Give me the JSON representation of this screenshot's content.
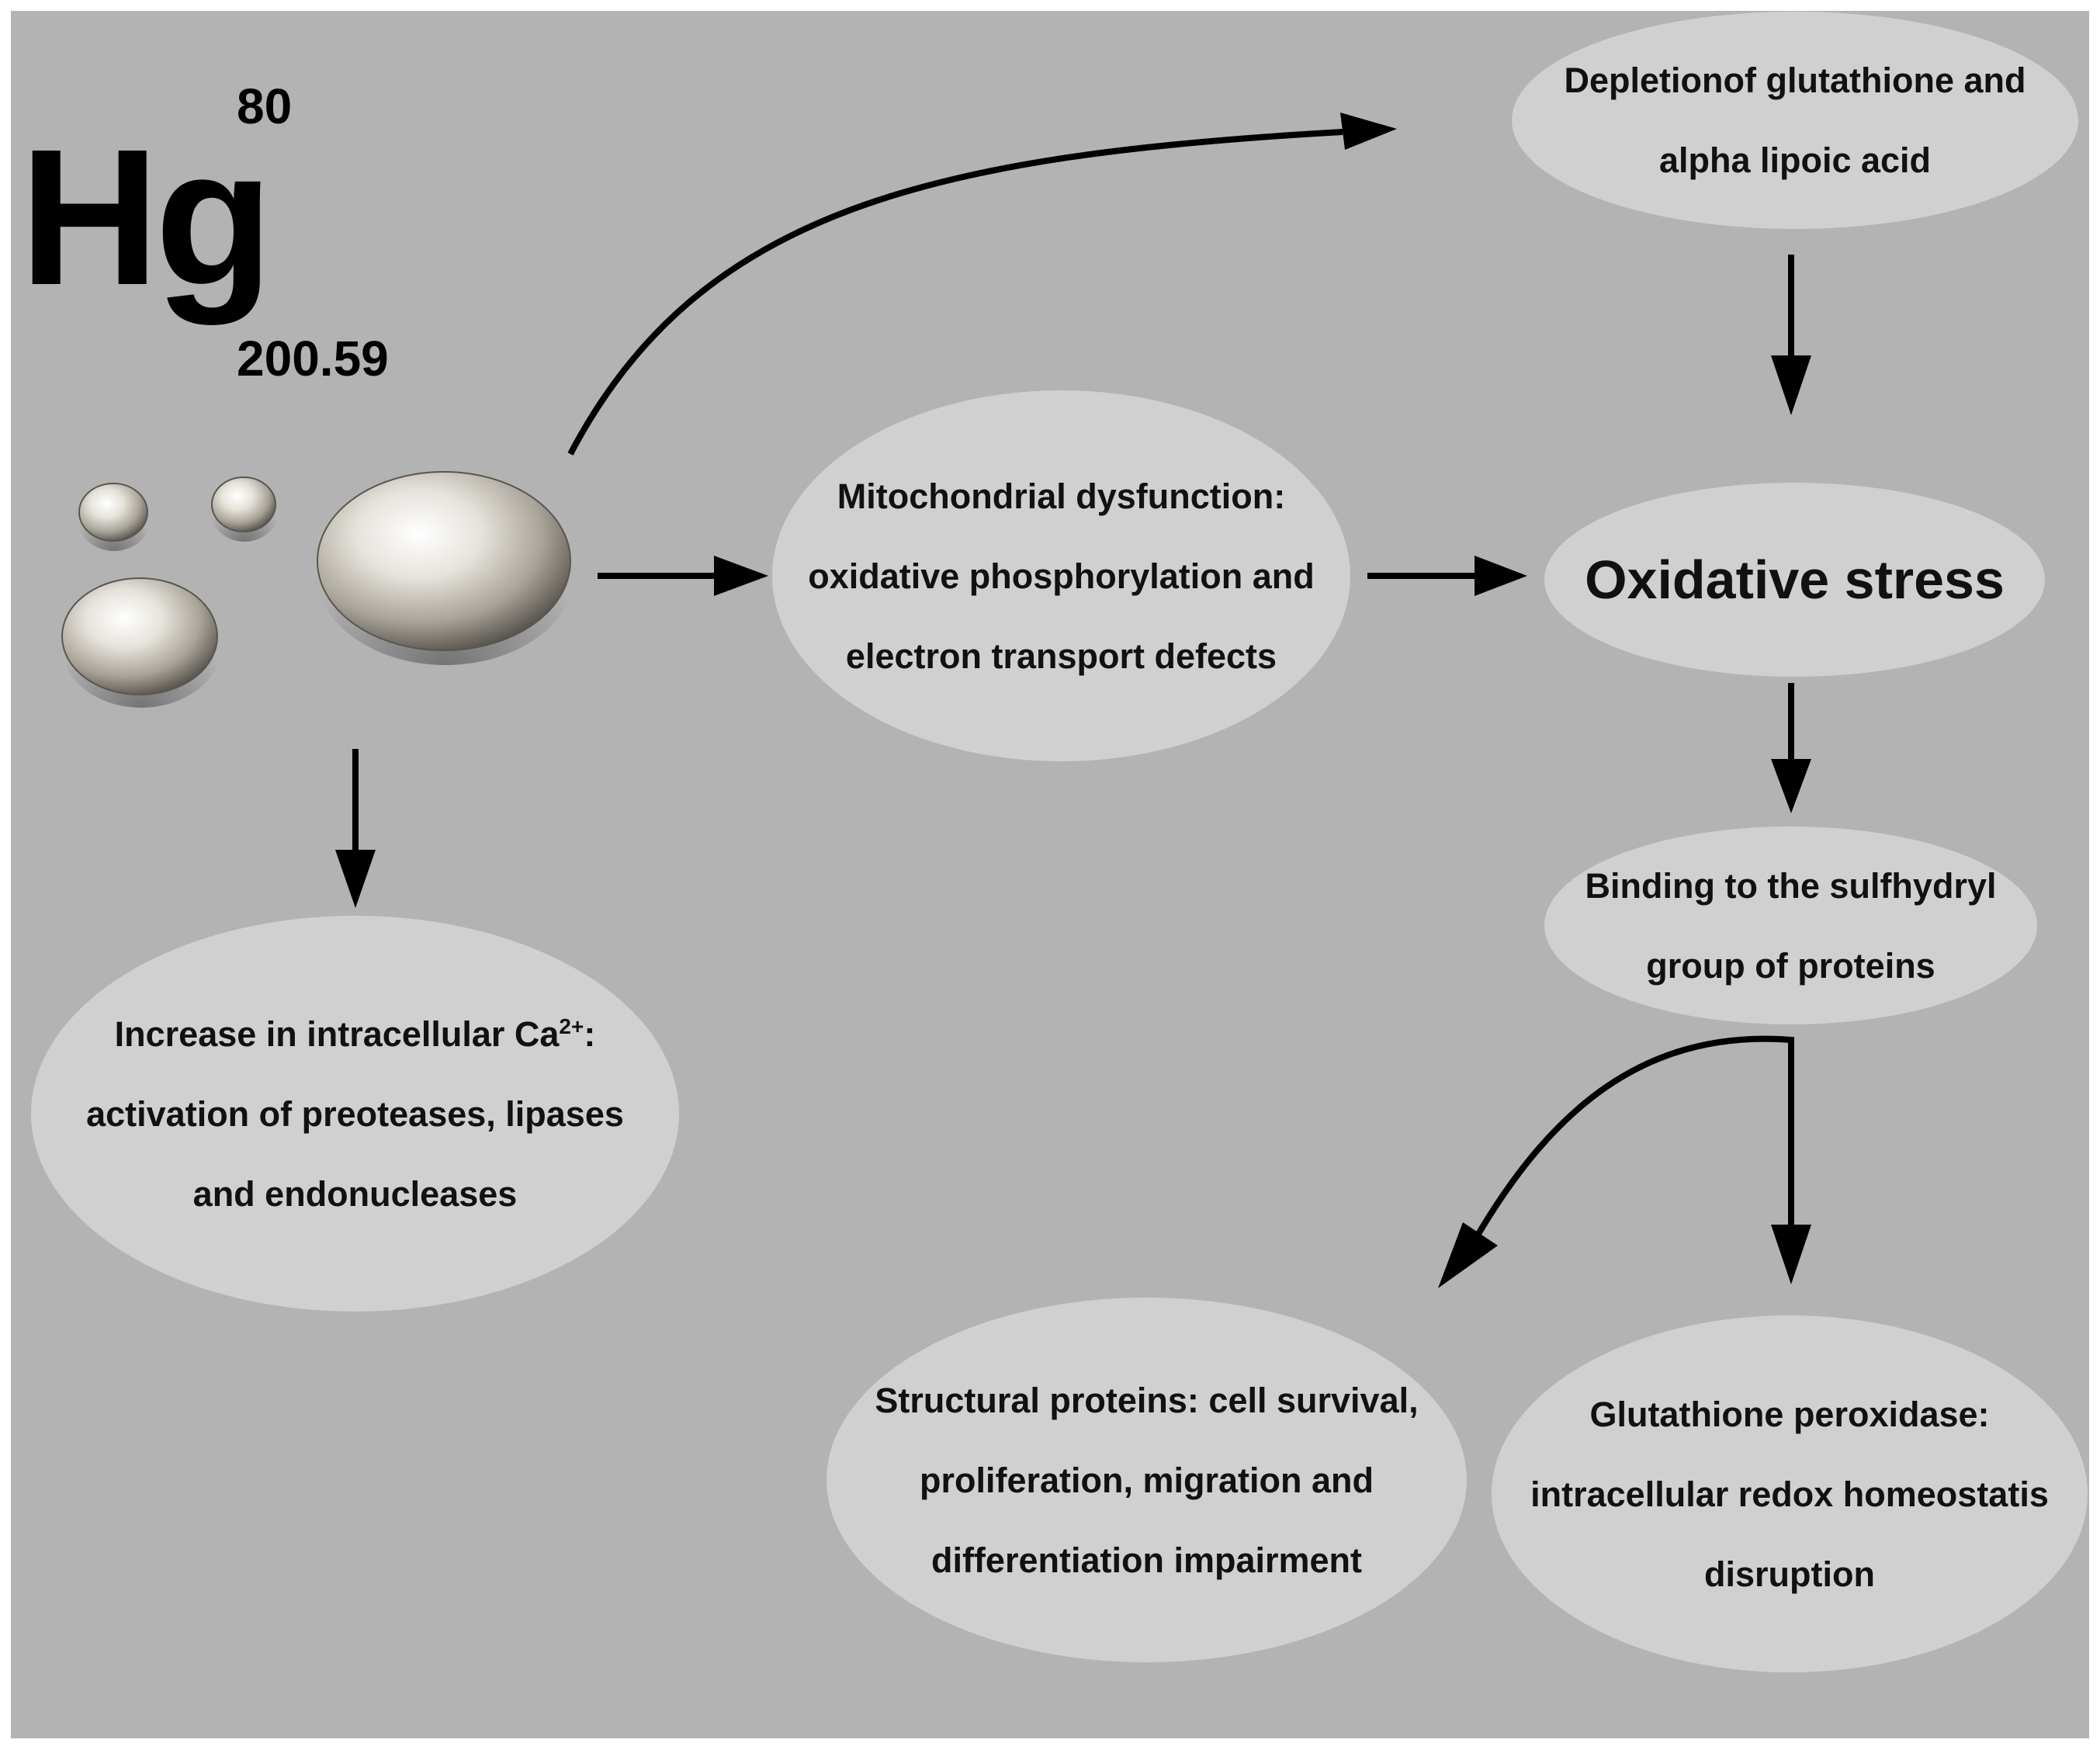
{
  "element": {
    "symbol": "Hg",
    "atomic_number": "80",
    "atomic_mass": "200.59"
  },
  "nodes": {
    "depletion": {
      "lines": [
        "Depletionof glutathione and",
        "alpha lipoic acid"
      ]
    },
    "mitochondrial": {
      "lines": [
        "Mitochondrial dysfunction:",
        "oxidative phosphorylation and",
        "electron transport defects"
      ]
    },
    "oxidative": {
      "lines": [
        "Oxidative stress"
      ]
    },
    "binding": {
      "lines": [
        "Binding to the sulfhydryl",
        "group of proteins"
      ]
    },
    "calcium": {
      "line1_prefix": "Increase in intracellular Ca",
      "line1_sup": "2+",
      "line1_suffix": ":",
      "lines": [
        "activation of preoteases, lipases",
        "and endonucleases"
      ]
    },
    "structural": {
      "lines": [
        "Structural proteins: cell survival,",
        "proliferation, migration and",
        "differentiation impairment"
      ]
    },
    "glutathione": {
      "lines": [
        "Glutathione peroxidase:",
        "intracellular redox homeostatis",
        "disruption"
      ]
    }
  },
  "colors": {
    "background": "#b3b3b3",
    "node_fill": "#d0d0d0",
    "text": "#111111",
    "arrow": "#000000"
  }
}
